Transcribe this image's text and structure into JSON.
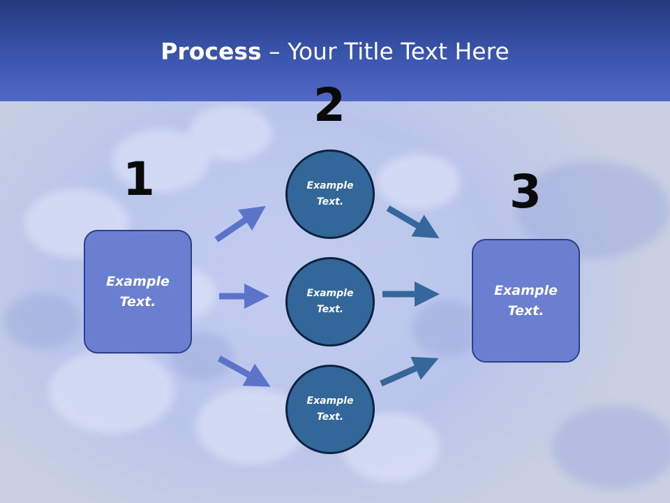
{
  "slide": {
    "title_bold": "Process",
    "title_rest": " – Your Title Text Here"
  },
  "steps": [
    {
      "number": "1",
      "label": "Example\nText."
    },
    {
      "number": "2",
      "label": "Example\nText."
    },
    {
      "number": "3",
      "label": "Example\nText."
    }
  ],
  "stage2_items": [
    {
      "label": "Example\nText."
    },
    {
      "label": "Example\nText."
    },
    {
      "label": "Example\nText."
    }
  ],
  "colors": {
    "header": "#3a55ad",
    "box_fill": "#6a7fcf",
    "circle_fill": "#336699",
    "arrow_left": "#5b74c9",
    "arrow_right": "#35679c"
  }
}
